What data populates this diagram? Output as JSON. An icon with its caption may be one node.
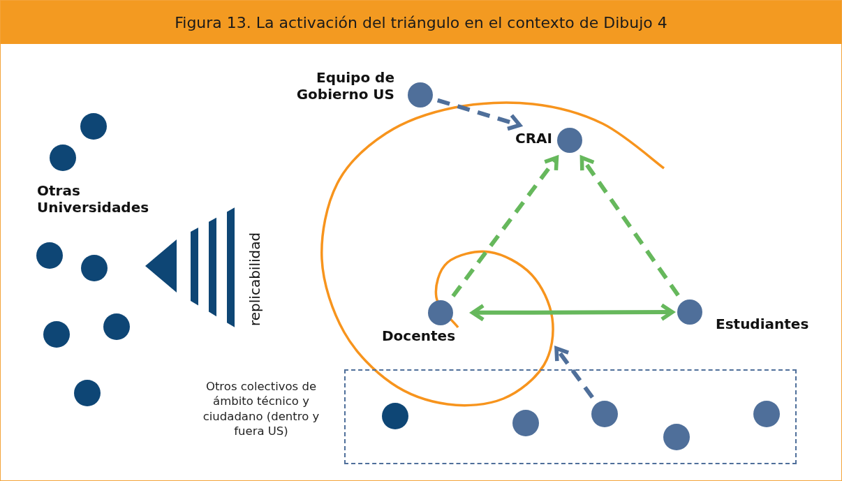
{
  "diagram": {
    "title": "Figura 13. La activación del triángulo en el contexto de Dibujo 4",
    "nodes": [
      {
        "text": [
          "Equipo de Gobierno US"
        ]
      },
      {
        "text": [
          "CRAI"
        ]
      },
      {
        "text": [
          "Docentes"
        ]
      },
      {
        "text": [
          "Estudiantes"
        ]
      },
      {
        "text": [],
        "shape": "circle"
      },
      {
        "text": [],
        "shape": "circle"
      },
      {
        "text": [],
        "shape": "circle"
      },
      {
        "text": [],
        "shape": "circle"
      },
      {
        "text": [],
        "shape": "circle"
      },
      {
        "text": [],
        "shape": "circle"
      },
      {
        "text": [],
        "shape": "circle"
      },
      {
        "text": [
          "Otros colectivos de ámbito técnico y ciudadano (dentro y fuera US)"
        ]
      },
      {
        "text": [],
        "shape": "circle",
        "in": 11
      },
      {
        "text": [],
        "shape": "circle",
        "in": 11
      },
      {
        "text": [],
        "shape": "circle",
        "in": 11
      },
      {
        "text": [],
        "shape": "circle",
        "in": 11
      },
      {
        "text": [],
        "shape": "circle",
        "in": 11
      }
    ],
    "edges": [
      {
        "from": 0,
        "to": 1,
        "arrow": "to",
        "style": "dashed",
        "color": "#4f6f9a"
      },
      {
        "from": 2,
        "to": 1,
        "arrow": "to",
        "style": "dashed"
      },
      {
        "from": 3,
        "to": 1,
        "arrow": "to",
        "style": "dashed"
      },
      {
        "from": 2,
        "to": 3,
        "arrow": "both"
      },
      {
        "from": 14,
        "to": null,
        "arrow": "to",
        "style": "dashed",
        "color": "#4f6f9a"
      }
    ],
    "labels": [
      "Otras Universidades",
      "replicabilidad"
    ]
  }
}
